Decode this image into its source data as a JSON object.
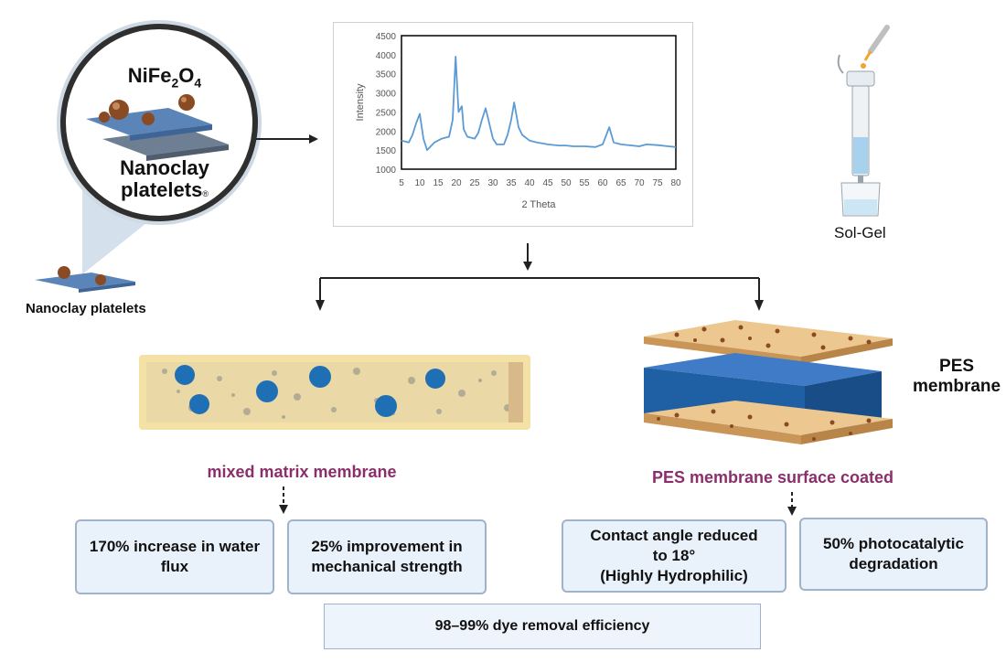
{
  "composite": {
    "formula_prefix": "NiFe",
    "formula_sub1": "2",
    "formula_mid": "O",
    "formula_sub2": "4",
    "clay_line1": "Nanoclay",
    "clay_line2": "platelets",
    "registered_mark": "®",
    "small_label": "Nanoclay platelets"
  },
  "chart_data": {
    "type": "line",
    "xlabel": "2 Theta",
    "ylabel": "Intensity",
    "xlim": [
      5,
      80
    ],
    "ylim": [
      1000,
      4500
    ],
    "x_ticks": [
      5,
      10,
      15,
      20,
      25,
      30,
      35,
      40,
      45,
      50,
      55,
      60,
      65,
      70,
      75,
      80
    ],
    "y_ticks": [
      1000,
      1500,
      2000,
      2500,
      3000,
      3500,
      4000,
      4500
    ],
    "grid": false,
    "color": "#5b9bd5",
    "x": [
      5,
      7,
      8,
      9,
      10,
      11,
      12,
      14,
      16,
      18,
      19,
      19.8,
      20.6,
      21.5,
      22,
      23,
      25,
      26,
      27,
      28,
      29,
      30,
      31,
      33,
      34,
      35,
      35.8,
      37,
      38,
      40,
      42,
      45,
      48,
      50,
      52,
      55,
      58,
      60,
      61,
      61.8,
      63,
      65,
      68,
      70,
      72,
      75,
      78,
      80
    ],
    "y": [
      1750,
      1700,
      1900,
      2200,
      2450,
      1800,
      1500,
      1700,
      1800,
      1850,
      2300,
      3950,
      2500,
      2650,
      2050,
      1850,
      1800,
      1950,
      2300,
      2600,
      2200,
      1800,
      1650,
      1650,
      1900,
      2300,
      2750,
      2100,
      1900,
      1750,
      1700,
      1650,
      1620,
      1620,
      1600,
      1600,
      1580,
      1650,
      1900,
      2100,
      1700,
      1650,
      1620,
      1600,
      1650,
      1630,
      1600,
      1580
    ]
  },
  "solgel": {
    "label": "Sol-Gel"
  },
  "pes": {
    "line1": "PES",
    "line2": "membrane"
  },
  "captions": {
    "mmm": "mixed matrix membrane",
    "coated": "PES membrane surface coated"
  },
  "results": {
    "flux": "170% increase in water flux",
    "strength": "25% improvement in mechanical strength",
    "contact_line1": "Contact angle reduced",
    "contact_line2": "to 18°",
    "contact_line3": "(Highly Hydrophilic)",
    "photo": "50% photocatalytic degradation",
    "dye": "98–99% dye removal efficiency"
  },
  "colors": {
    "caption": "#8a2f6b",
    "box_fill": "#e9f1fb",
    "box_border": "#9fb3cc",
    "membrane_blue": "#1f5fa3",
    "sand": "#e2b77c",
    "platelet": "#5b84b8",
    "sphere": "#8a4a23"
  }
}
